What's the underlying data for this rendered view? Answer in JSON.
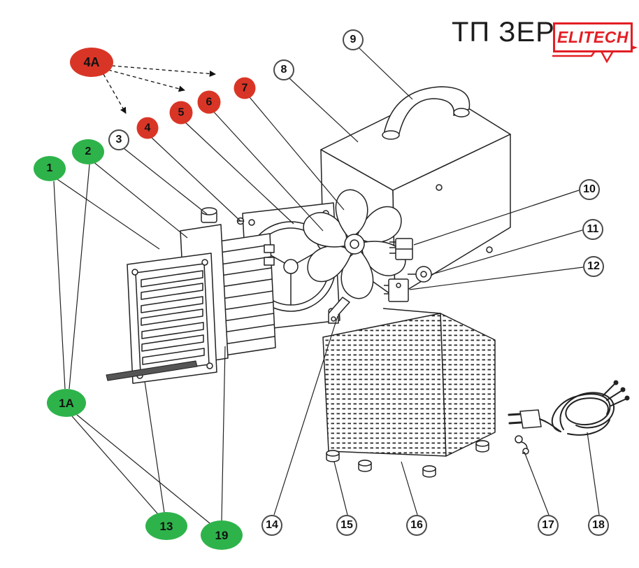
{
  "header": {
    "title": "ТП ЗЕР",
    "brand": "ELITECH"
  },
  "palette": {
    "red_balloon": "#d93526",
    "green_balloon": "#2eb34b",
    "brand_red": "#e31e24",
    "line_color": "#222222"
  },
  "callouts": {
    "c1": {
      "label": "1"
    },
    "c1a": {
      "label": "1A"
    },
    "c2": {
      "label": "2"
    },
    "c3": {
      "label": "3"
    },
    "c4": {
      "label": "4"
    },
    "c4a": {
      "label": "4A"
    },
    "c5": {
      "label": "5"
    },
    "c6": {
      "label": "6"
    },
    "c7": {
      "label": "7"
    },
    "c8": {
      "label": "8"
    },
    "c9": {
      "label": "9"
    },
    "c10": {
      "label": "10"
    },
    "c11": {
      "label": "11"
    },
    "c12": {
      "label": "12"
    },
    "c13": {
      "label": "13"
    },
    "c14": {
      "label": "14"
    },
    "c15": {
      "label": "15"
    },
    "c16": {
      "label": "16"
    },
    "c17": {
      "label": "17"
    },
    "c18": {
      "label": "18"
    },
    "c19": {
      "label": "19"
    }
  }
}
